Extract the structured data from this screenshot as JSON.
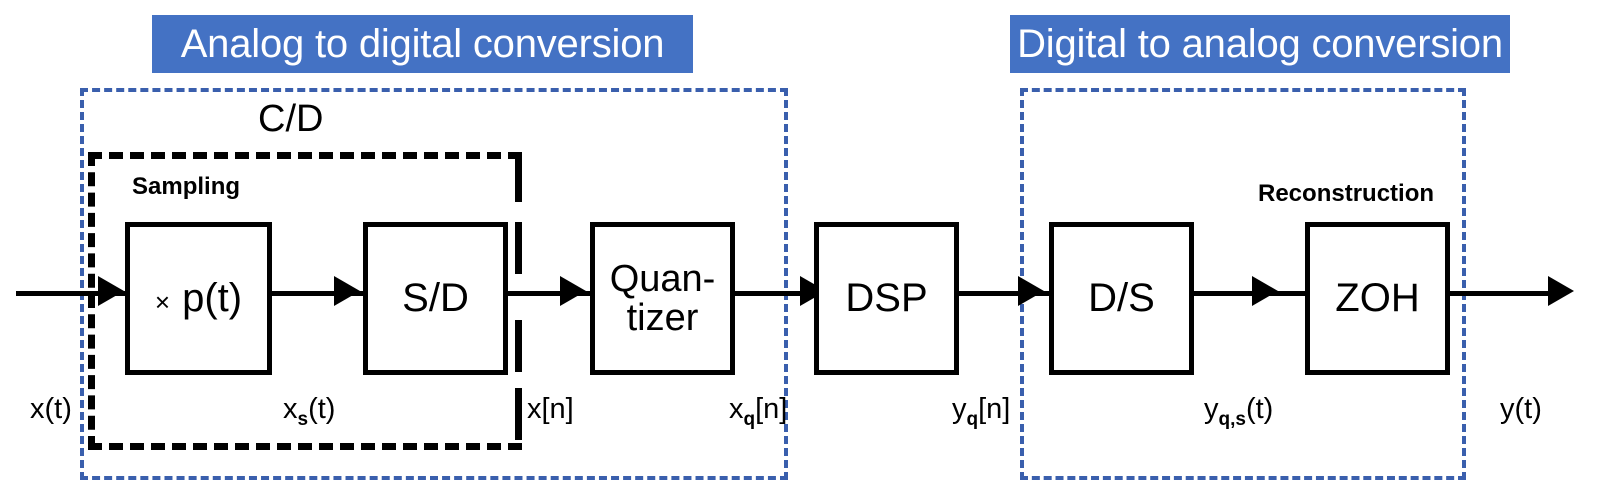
{
  "diagram": {
    "title_left": "Analog to digital conversion",
    "title_right": "Digital to analog conversion",
    "accent_blue": "#4472C4",
    "dashed_blue": "#3A5FAD",
    "captions": {
      "cd": "C/D",
      "sampling": "Sampling",
      "reconstruction": "Reconstruction"
    },
    "blocks": [
      {
        "id": "multiplier",
        "symbol": "×",
        "label": "p(t)"
      },
      {
        "id": "sd",
        "label": "S/D"
      },
      {
        "id": "quantizer",
        "line1": "Quan-",
        "line2": "tizer"
      },
      {
        "id": "dsp",
        "label": "DSP"
      },
      {
        "id": "ds",
        "label": "D/S"
      },
      {
        "id": "zoh",
        "label": "ZOH"
      }
    ],
    "signals": [
      {
        "id": "x_t",
        "base": "x",
        "sub": "",
        "suffix": "(t)"
      },
      {
        "id": "xs_t",
        "base": "x",
        "sub": "s",
        "suffix": "(t)"
      },
      {
        "id": "x_n",
        "base": "x",
        "sub": "",
        "suffix": "[n]"
      },
      {
        "id": "xq_n",
        "base": "x",
        "sub": "q",
        "suffix": "[n]"
      },
      {
        "id": "yq_n",
        "base": "y",
        "sub": "q",
        "suffix": "[n]"
      },
      {
        "id": "yqs_t",
        "base": "y",
        "sub": "q,s",
        "suffix": "(t)"
      },
      {
        "id": "y_t",
        "base": "y",
        "sub": "",
        "suffix": "(t)"
      }
    ]
  }
}
